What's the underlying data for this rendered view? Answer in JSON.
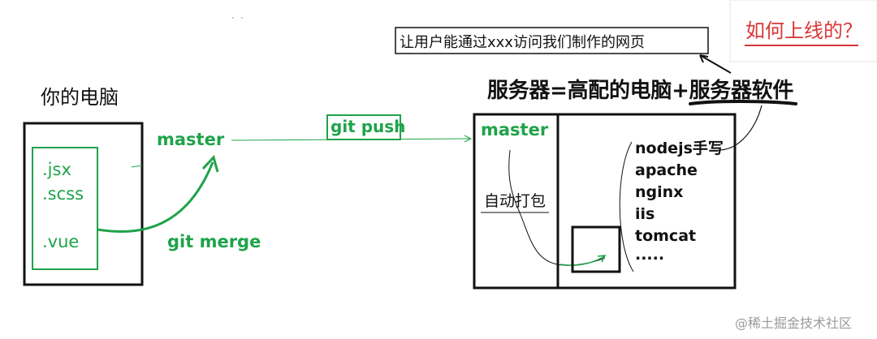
{
  "title_corner": "如何上线的？",
  "callout": "让用户能通过xxx访问我们制作的网页",
  "server_heading": "服务器=高配的电脑+服务器软件",
  "local_heading": "你的电脑",
  "local_files": [
    ".jsx",
    ".scss",
    ".vue"
  ],
  "local_branch": "master",
  "merge_label": "git merge",
  "push_label": "git push",
  "server_branch": "master",
  "server_build": "自动打包",
  "server_software": [
    "nodejs手写",
    "apache",
    "nginx",
    "iis",
    "tomcat",
    "....."
  ],
  "watermark": "@稀土掘金技术社区",
  "colors": {
    "accent": "#1fa34a",
    "ink": "#111111",
    "red": "#d93636"
  }
}
